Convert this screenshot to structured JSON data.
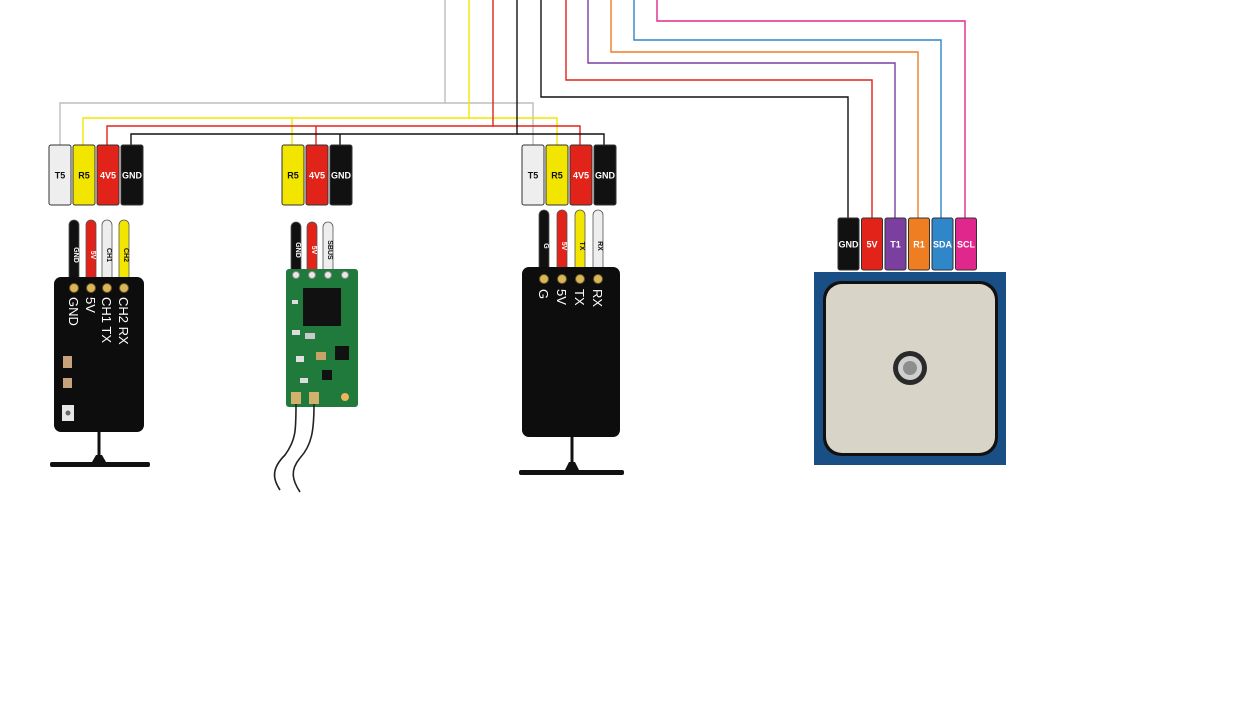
{
  "colors": {
    "gnd": "#111111",
    "red": "#e2231a",
    "yellow": "#f2e600",
    "white": "#eeeeee",
    "grey": "#bdbdbd",
    "purple": "#7b3fa0",
    "orange": "#ef7d22",
    "blue": "#2f86c8",
    "pink": "#e0288c",
    "board_blue": "#1a4f86",
    "pcb_green": "#1f7a3c"
  },
  "headers": {
    "rx1": [
      "T5",
      "R5",
      "4V5",
      "GND"
    ],
    "rx2": [
      "R5",
      "4V5",
      "GND"
    ],
    "rx3": [
      "T5",
      "R5",
      "4V5",
      "GND"
    ],
    "gps": [
      "GND",
      "5V",
      "T1",
      "R1",
      "SDA",
      "SCL"
    ]
  },
  "receiver1": {
    "wires": [
      "GND",
      "5V",
      "CH1",
      "CH2"
    ],
    "silk": [
      "GND",
      "5V",
      "CH1 TX",
      "CH2 RX"
    ]
  },
  "receiver2": {
    "wires": [
      "GND",
      "5V",
      "SBUS"
    ]
  },
  "receiver3": {
    "wires": [
      "G",
      "5V",
      "TX",
      "RX"
    ],
    "silk": [
      "G",
      "5V",
      "TX",
      "RX"
    ]
  }
}
